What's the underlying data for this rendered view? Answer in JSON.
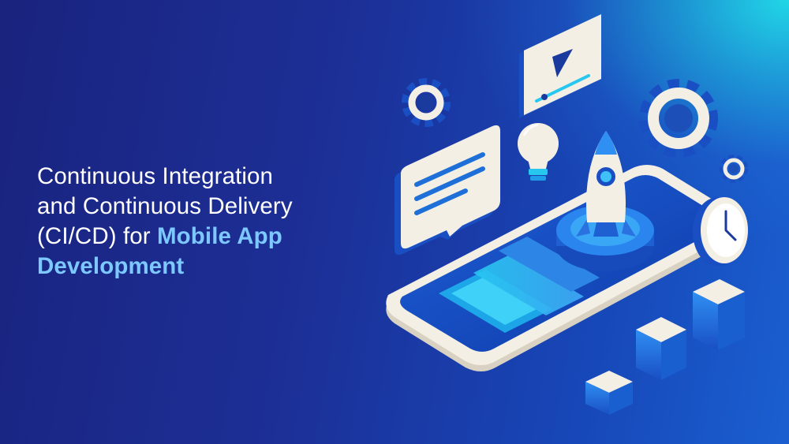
{
  "headline": {
    "line1": "Continuous Integration",
    "line2": "and Continuous Delivery",
    "line3_plain": "(CI/CD) for ",
    "line3_accent": "Mobile App",
    "line4_accent": "Development"
  },
  "colors": {
    "background_dark": "#1a237e",
    "background_light": "#21d6e6",
    "headline_text": "#ffffff",
    "accent_text": "#7cc8ff",
    "card_face": "#f3efe4",
    "icon_blue": "#1f6fd8"
  },
  "illustration": {
    "icons": [
      "gear-icon",
      "video-player-icon",
      "lightbulb-icon",
      "chat-bubble-icon",
      "rocket-icon",
      "smartphone-icon",
      "clock-icon",
      "cube-icon"
    ]
  }
}
